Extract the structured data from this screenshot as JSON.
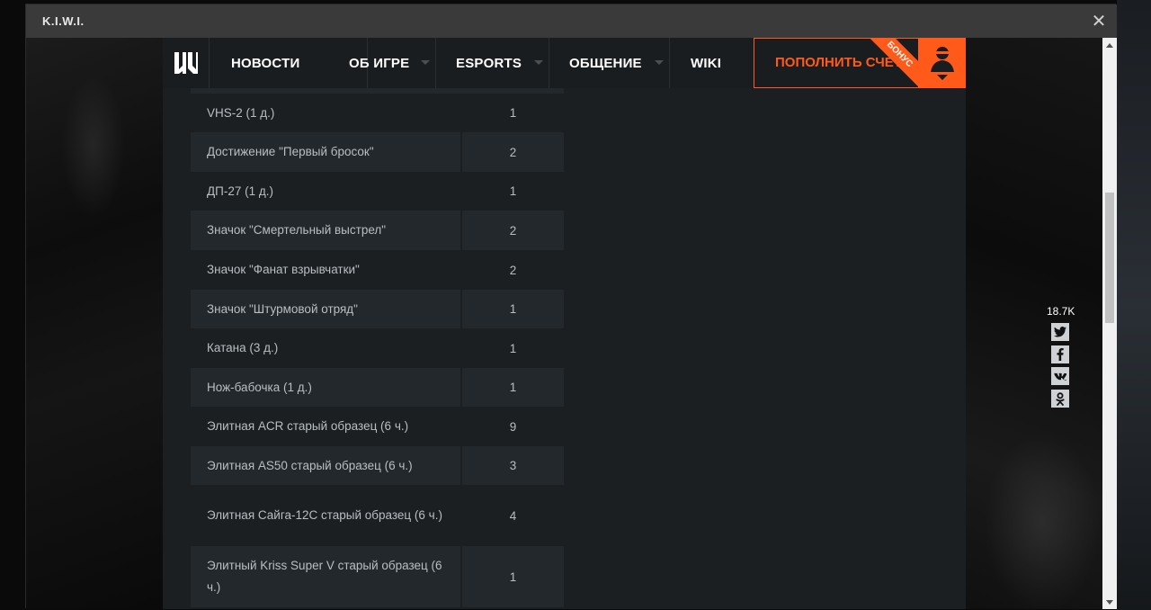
{
  "window": {
    "title": "K.I.W.I.",
    "close_glyph": "✕"
  },
  "nav": {
    "items": [
      {
        "label": "НОВОСТИ",
        "has_dropdown": false
      },
      {
        "label": "ОБ ИГРЕ",
        "has_dropdown": true
      },
      {
        "label": "ESPORTS",
        "has_dropdown": true
      },
      {
        "label": "ОБЩЕНИЕ",
        "has_dropdown": true
      },
      {
        "label": "WIKI",
        "has_dropdown": false
      }
    ],
    "topup_label": "ПОПОЛНИТЬ СЧЕТ",
    "bonus_label": "БОНУС",
    "accent_color": "#ff5a1a"
  },
  "table": {
    "rows": [
      {
        "name": "VHS-2 (1 д.)",
        "qty": "1"
      },
      {
        "name": "Достижение \"Первый бросок\"",
        "qty": "2"
      },
      {
        "name": "ДП-27 (1 д.)",
        "qty": "1"
      },
      {
        "name": "Значок \"Смертельный выстрел\"",
        "qty": "2"
      },
      {
        "name": "Значок \"Фанат взрывчатки\"",
        "qty": "2"
      },
      {
        "name": "Значок \"Штурмовой отряд\"",
        "qty": "1"
      },
      {
        "name": "Катана (3 д.)",
        "qty": "1"
      },
      {
        "name": "Нож-бабочка (1 д.)",
        "qty": "1"
      },
      {
        "name": "Элитная ACR старый образец (6 ч.)",
        "qty": "9"
      },
      {
        "name": "Элитная AS50 старый образец (6 ч.)",
        "qty": "3"
      },
      {
        "name": "Элитная Сайга-12С старый образец (6 ч.)",
        "qty": "4"
      },
      {
        "name": "Элитный Kriss Super V старый образец (6 ч.)",
        "qty": "1"
      }
    ]
  },
  "share": {
    "count": "18.7K",
    "buttons": [
      {
        "name": "twitter",
        "glyph": "t"
      },
      {
        "name": "facebook",
        "glyph": "f"
      },
      {
        "name": "vk",
        "glyph": "vk"
      },
      {
        "name": "odnoklassniki",
        "glyph": "ok"
      }
    ]
  }
}
